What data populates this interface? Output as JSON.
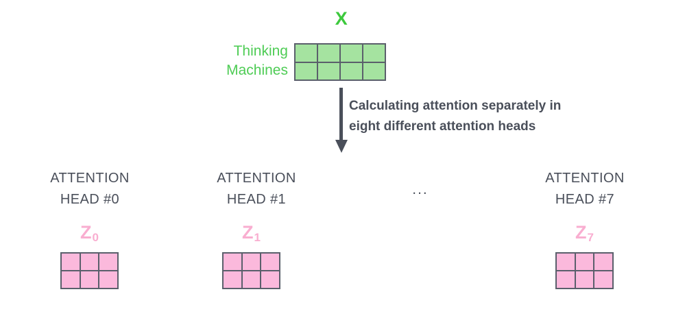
{
  "diagram": {
    "input": {
      "title": "X",
      "title_color": "#3dc93d",
      "row_labels": [
        "Thinking",
        "Machines"
      ],
      "row_label_color": "#4ecc55",
      "matrix": {
        "rows": 2,
        "cols": 4,
        "fill_color": "#a5e3a0",
        "border_color": "#5a5f6b"
      }
    },
    "arrow": {
      "caption_lines": [
        "Calculating attention separately in",
        "eight different attention heads"
      ],
      "color": "#4a4f5a"
    },
    "ellipsis": "...",
    "heads": [
      {
        "title_lines": [
          "ATTENTION",
          "HEAD #0"
        ],
        "z_label": "Z",
        "z_subscript": "0",
        "z_color": "#f9aed0",
        "matrix": {
          "rows": 2,
          "cols": 3,
          "fill_color": "#fbb9dc",
          "border_color": "#5a5f6b"
        }
      },
      {
        "title_lines": [
          "ATTENTION",
          "HEAD #1"
        ],
        "z_label": "Z",
        "z_subscript": "1",
        "z_color": "#f9aed0",
        "matrix": {
          "rows": 2,
          "cols": 3,
          "fill_color": "#fbb9dc",
          "border_color": "#5a5f6b"
        }
      },
      {
        "title_lines": [
          "ATTENTION",
          "HEAD #7"
        ],
        "z_label": "Z",
        "z_subscript": "7",
        "z_color": "#f9aed0",
        "matrix": {
          "rows": 2,
          "cols": 3,
          "fill_color": "#fbb9dc",
          "border_color": "#5a5f6b"
        }
      }
    ]
  }
}
